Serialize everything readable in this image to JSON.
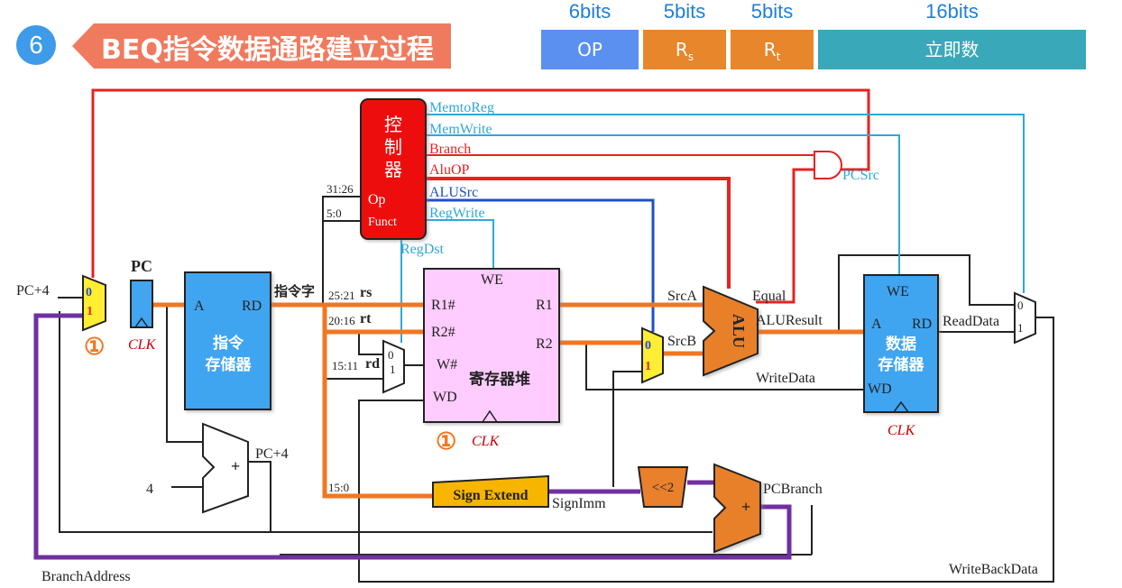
{
  "header": {
    "badge_number": "6",
    "title": "BEQ指令数据通路建立过程"
  },
  "instruction_format": {
    "fields": [
      {
        "bits": "6bits",
        "name": "OP",
        "sub": "",
        "color": "#5b8ff0"
      },
      {
        "bits": "5bits",
        "name": "R",
        "sub": "s",
        "color": "#e8862c"
      },
      {
        "bits": "5bits",
        "name": "R",
        "sub": "t",
        "color": "#e8862c"
      },
      {
        "bits": "16bits",
        "name": "立即数",
        "sub": "",
        "color": "#39a8b8"
      }
    ]
  },
  "colors": {
    "red_wire": "#e52222",
    "blue_wire": "#1f4fc4",
    "cyan_wire": "#2fa8d8",
    "orange_wire": "#f07722",
    "purple_wire": "#7030a0",
    "control_fill": "#ee1111",
    "memory_fill": "#41a5f0",
    "regfile_fill": "#ffccff",
    "mux_fill": "#ffee33",
    "alu_fill": "#e8802c",
    "signext_fill": "#f7b500"
  },
  "diagram": {
    "control_unit": {
      "title": "控\n制\n器",
      "op_label": "Op",
      "funct_label": "Funct"
    },
    "control_signals": {
      "memtoreg": "MemtoReg",
      "memwrite": "MemWrite",
      "branch": "Branch",
      "aluop": "AluOP",
      "alusrc": "ALUSrc",
      "regwrite": "RegWrite",
      "regdst": "RegDst",
      "pcsrc": "PCSrc"
    },
    "pc": {
      "label": "PC",
      "clk": "CLK",
      "pc_plus4_in": "PC+4",
      "mux_in0": "0",
      "mux_in1": "1"
    },
    "instr_mem": {
      "port_a": "A",
      "port_rd": "RD",
      "title": "指令\n存储器",
      "output_label": "指令字"
    },
    "instr_fields": {
      "f_31_26": "31:26",
      "f_5_0": "5:0",
      "f_25_21": "25:21",
      "rs": "rs",
      "f_20_16": "20:16",
      "rt": "rt",
      "f_15_11": "15:11",
      "rd": "rd",
      "f_15_0": "15:0"
    },
    "register_file": {
      "we": "WE",
      "r1_in": "R1#",
      "r2_in": "R2#",
      "w_in": "W#",
      "wd": "WD",
      "r1_out": "R1",
      "r2_out": "R2",
      "title": "寄存器堆",
      "clk": "CLK"
    },
    "regdst_mux": {
      "in0": "0",
      "in1": "1"
    },
    "alusrc_mux": {
      "in0": "0",
      "in1": "1"
    },
    "alu": {
      "label": "ALU",
      "srca": "SrcA",
      "srcb": "SrcB",
      "equal": "Equal",
      "result": "ALUResult"
    },
    "data_mem": {
      "we": "WE",
      "port_a": "A",
      "port_rd": "RD",
      "port_wd": "WD",
      "title": "数据\n存储器",
      "clk": "CLK",
      "readdata": "ReadData",
      "writedata": "WriteData"
    },
    "memtoreg_mux": {
      "in0": "0",
      "in1": "1"
    },
    "adder_pc4": {
      "const": "4",
      "out": "PC+4",
      "sign": "+"
    },
    "sign_extend": {
      "label": "Sign Extend",
      "out": "SignImm"
    },
    "shift": {
      "label": "<<2"
    },
    "adder_branch": {
      "sign": "+",
      "out": "PCBranch"
    },
    "writeback": "WriteBackData",
    "branch_address": "BranchAddress",
    "step_markers": [
      "①",
      "①"
    ]
  }
}
